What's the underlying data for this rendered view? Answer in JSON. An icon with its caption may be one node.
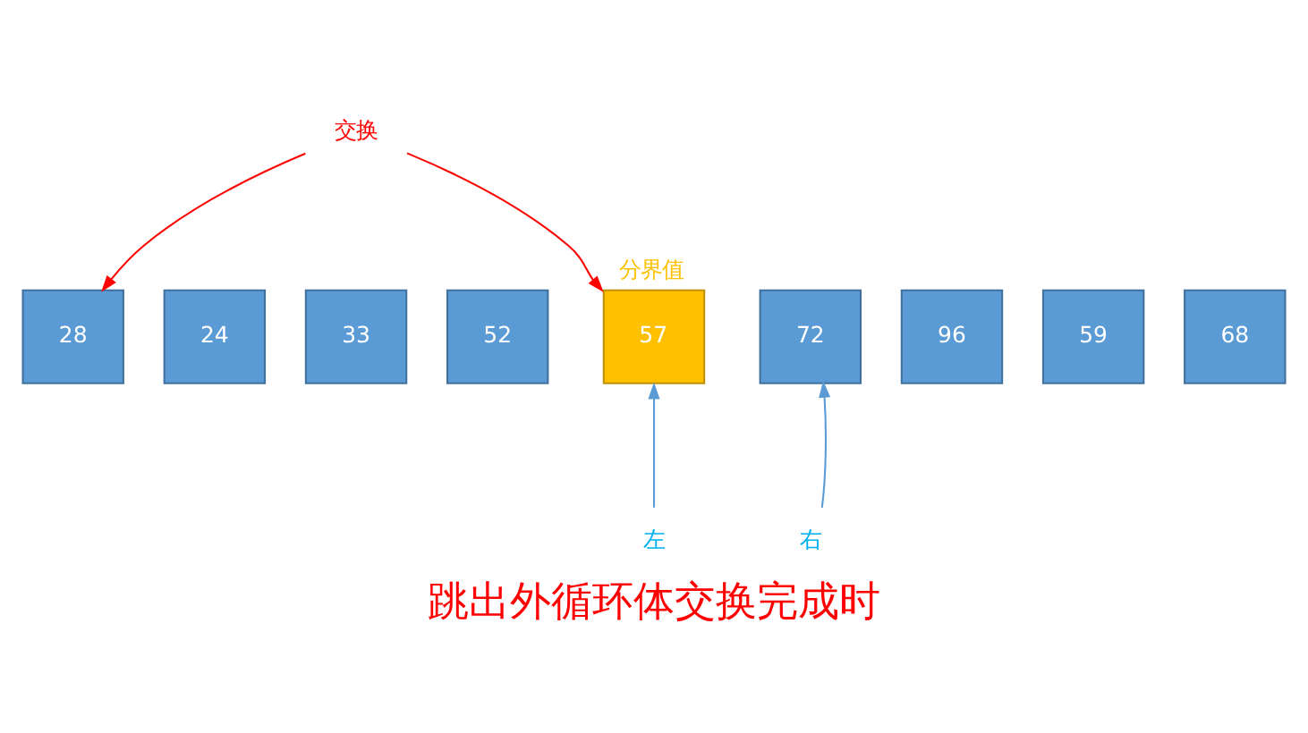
{
  "diagram": {
    "caption": "跳出外循环体交换完成时",
    "nodes": [
      {
        "text": [
          "28"
        ]
      },
      {
        "text": [
          "24"
        ]
      },
      {
        "text": [
          "33"
        ]
      },
      {
        "text": [
          "52"
        ]
      },
      {
        "text": [
          "57"
        ],
        "beside": [
          "分界值"
        ]
      },
      {
        "text": [
          "72"
        ]
      },
      {
        "text": [
          "96"
        ]
      },
      {
        "text": [
          "59"
        ]
      },
      {
        "text": [
          "68"
        ]
      },
      {
        "text": [
          "交换"
        ]
      },
      {
        "text": [
          "左"
        ]
      },
      {
        "text": [
          "右"
        ]
      }
    ],
    "edges": [
      {
        "from": 9,
        "to": 0,
        "arrow": "to",
        "color": "#ff0000"
      },
      {
        "from": 9,
        "to": 4,
        "arrow": "to",
        "color": "#ff0000"
      },
      {
        "from": 10,
        "to": 4,
        "arrow": "to",
        "color": "#5b9bd5"
      },
      {
        "from": 11,
        "to": 5,
        "arrow": "to",
        "color": "#5b9bd5"
      }
    ]
  }
}
